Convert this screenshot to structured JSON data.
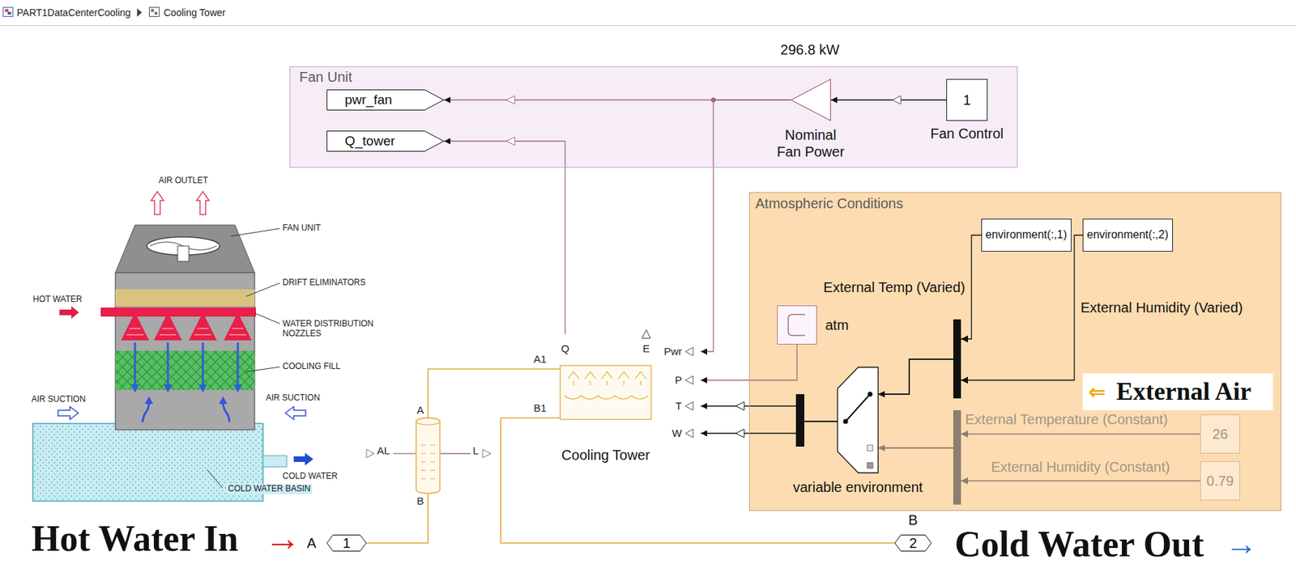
{
  "diagram": {
    "nodes": [
      {
        "text": [
          "Fan Unit"
        ]
      },
      {
        "text": [
          "pwr_fan"
        ],
        "in": 0
      },
      {
        "text": [
          "Q_tower"
        ],
        "in": 0
      },
      {
        "text": [
          "Nominal Fan Power"
        ],
        "in": 0
      },
      {
        "text": [
          "1",
          "Fan Control"
        ],
        "in": 0
      },
      {
        "text": [
          "Atmospheric Conditions"
        ]
      },
      {
        "text": [
          "environment(:,1)"
        ],
        "in": 5
      },
      {
        "text": [
          "environment(:,2)"
        ],
        "in": 5
      },
      {
        "text": [
          "atm"
        ],
        "in": 5
      },
      {
        "text": [
          "variable environment"
        ],
        "in": 5
      },
      {
        "text": [
          "26"
        ],
        "in": 5
      },
      {
        "text": [
          "0.79"
        ],
        "in": 5
      },
      {
        "text": [
          "A",
          "B"
        ]
      },
      {
        "text": [
          "Cooling Tower"
        ]
      },
      {
        "text": [
          "A",
          "1"
        ]
      },
      {
        "text": [
          "B",
          "2"
        ]
      }
    ],
    "edges": [
      {
        "from": 4,
        "to": 3,
        "arrow": "to"
      },
      {
        "from": 3,
        "to": 1,
        "arrow": "to"
      },
      {
        "from": 3,
        "to": 13,
        "arrow": "to"
      },
      {
        "from": 13,
        "to": 2,
        "arrow": "to"
      },
      {
        "from": 8,
        "to": 13,
        "arrow": "to"
      },
      {
        "from": 9,
        "to": 13,
        "arrow": "to"
      },
      {
        "from": 9,
        "to": 13,
        "arrow": "to"
      },
      {
        "from": 6,
        "to": 9,
        "arrow": "to"
      },
      {
        "from": 7,
        "to": 9,
        "arrow": "to"
      },
      {
        "from": 10,
        "to": 9,
        "arrow": "to"
      },
      {
        "from": 11,
        "to": 9,
        "arrow": "to"
      },
      {
        "from": 14,
        "to": 12,
        "arrow": "none"
      },
      {
        "from": 12,
        "to": 13,
        "arrow": "none"
      },
      {
        "from": 13,
        "to": 15,
        "arrow": "none"
      }
    ],
    "labels": [
      "PART1DataCenterCooling",
      "Cooling Tower",
      "296.8 kW",
      "AIR OUTLET",
      "FAN UNIT",
      "DRIFT ELIMINATORS",
      "HOT WATER",
      "WATER DISTRIBUTION NOZZLES",
      "COOLING FILL",
      "AIR SUCTION",
      "AIR SUCTION",
      "COLD WATER",
      "COLD WATER BASIN",
      "A1",
      "Q",
      "E",
      "B1",
      "Pwr",
      "P",
      "T",
      "W",
      "AL",
      "L",
      "External Temp (Varied)",
      "External Humidity (Varied)",
      "⇐",
      "External Air",
      "External Temperature (Constant)",
      "External Humidity (Constant)",
      "Hot Water In",
      "→",
      "Cold Water Out",
      "→"
    ]
  }
}
